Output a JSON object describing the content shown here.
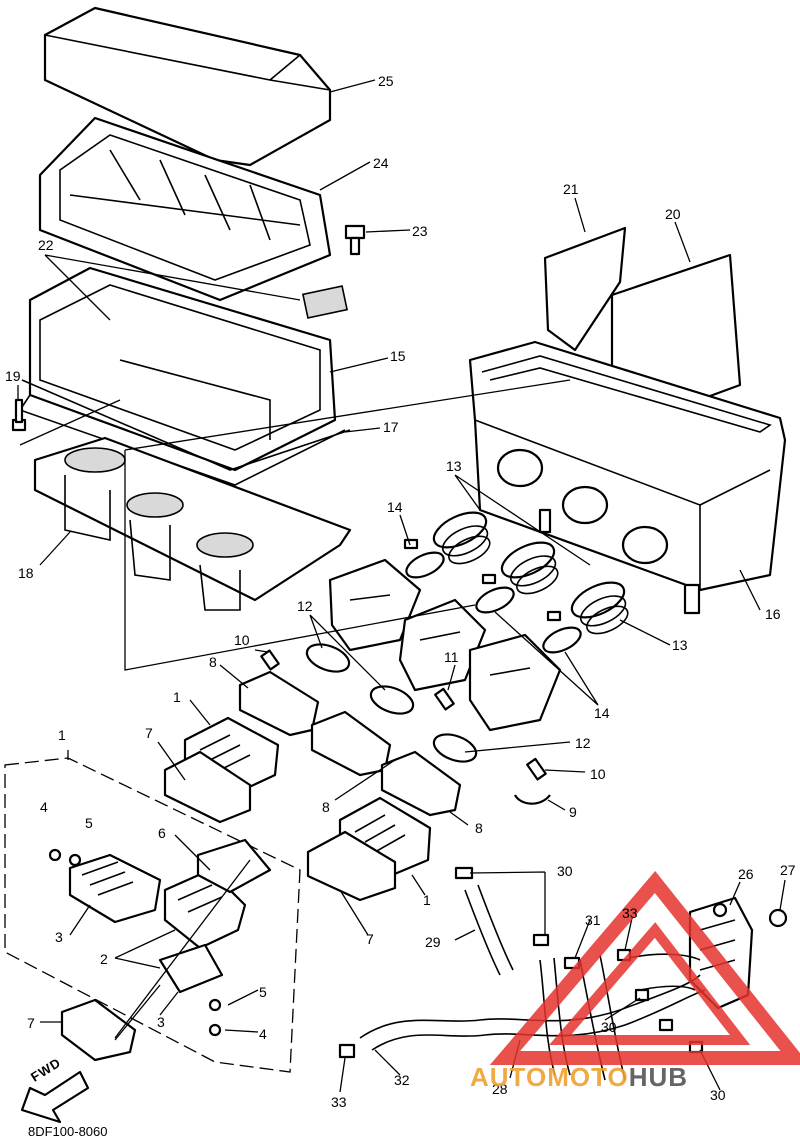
{
  "diagram": {
    "code": "8DF100-8060",
    "fwd_label": "FWD",
    "colors": {
      "line": "#000000",
      "watermark_red": "#e5322d",
      "watermark_orange": "#f0a030",
      "watermark_gray": "#555555"
    },
    "callouts": {
      "c25": "25",
      "c24": "24",
      "c23": "23",
      "c22": "22",
      "c21": "21",
      "c20": "20",
      "c19": "19",
      "c15": "15",
      "c17": "17",
      "c18": "18",
      "c16": "16",
      "c13a": "13",
      "c13b": "13",
      "c14a": "14",
      "c14b": "14",
      "c12a": "12",
      "c12b": "12",
      "c11": "11",
      "c10a": "10",
      "c10b": "10",
      "c9": "9",
      "c8a": "8",
      "c8b": "8",
      "c8c": "8",
      "c7a": "7",
      "c7b": "7",
      "c7c": "7",
      "c6": "6",
      "c5a": "5",
      "c5b": "5",
      "c4a": "4",
      "c4b": "4",
      "c3a": "3",
      "c3b": "3",
      "c2": "2",
      "c1a": "1",
      "c1b": "1",
      "c1c": "1",
      "c30a": "30",
      "c30b": "30",
      "c30c": "30",
      "c31": "31",
      "c33a": "33",
      "c33b": "33",
      "c26": "26",
      "c27": "27",
      "c29": "29",
      "c28": "28",
      "c32": "32"
    },
    "watermark": {
      "auto": "AUTO",
      "moto": "MOTO",
      "hub": "HUB"
    }
  }
}
